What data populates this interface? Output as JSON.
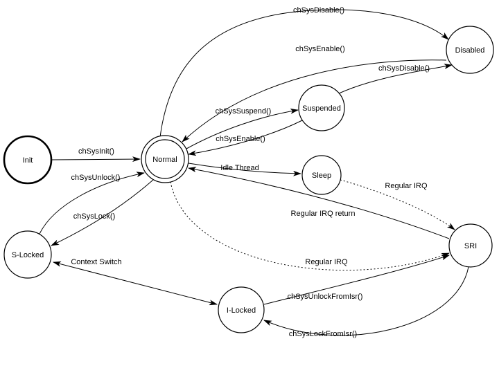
{
  "diagram": {
    "type": "state-machine",
    "colors": {
      "stroke": "#000000",
      "background": "#ffffff"
    },
    "states": {
      "init": {
        "label": "Init"
      },
      "normal": {
        "label": "Normal"
      },
      "disabled": {
        "label": "Disabled"
      },
      "suspended": {
        "label": "Suspended"
      },
      "sleep": {
        "label": "Sleep"
      },
      "slocked": {
        "label": "S-Locked"
      },
      "sri": {
        "label": "SRI"
      },
      "ilocked": {
        "label": "I-Locked"
      }
    },
    "transitions": {
      "normal_disabled": {
        "label": "chSysDisable()"
      },
      "disabled_normal": {
        "label": "chSysEnable()"
      },
      "suspended_disabled": {
        "label": "chSysDisable()"
      },
      "normal_suspended": {
        "label": "chSysSuspend()"
      },
      "suspended_normal": {
        "label": "chSysEnable()"
      },
      "init_normal": {
        "label": "chSysInit()"
      },
      "slocked_normal": {
        "label": "chSysUnlock()"
      },
      "normal_sleep": {
        "label": "Idle Thread"
      },
      "sleep_sri": {
        "label": "Regular IRQ"
      },
      "sri_normal": {
        "label": "Regular IRQ return"
      },
      "normal_slocked": {
        "label": "chSysLock()"
      },
      "slocked_ilocked": {
        "label": "Context Switch"
      },
      "normal_sri": {
        "label": "Regular IRQ"
      },
      "ilocked_sri": {
        "label": "chSysUnlockFromIsr()"
      },
      "sri_ilocked": {
        "label": "chSysLockFromIsr()"
      }
    }
  }
}
